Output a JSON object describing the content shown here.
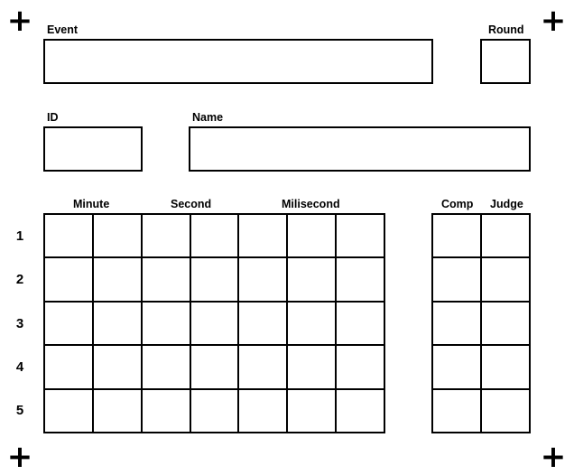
{
  "registration_marks": {
    "symbol": "+"
  },
  "fields": {
    "event_label": "Event",
    "round_label": "Round",
    "id_label": "ID",
    "name_label": "Name"
  },
  "time_grid": {
    "headers": [
      "Minute",
      "Second",
      "Milisecond"
    ],
    "rows": [
      "1",
      "2",
      "3",
      "4",
      "5"
    ],
    "digit_columns": 7
  },
  "signature_grid": {
    "headers": [
      "Comp",
      "Judge"
    ]
  }
}
